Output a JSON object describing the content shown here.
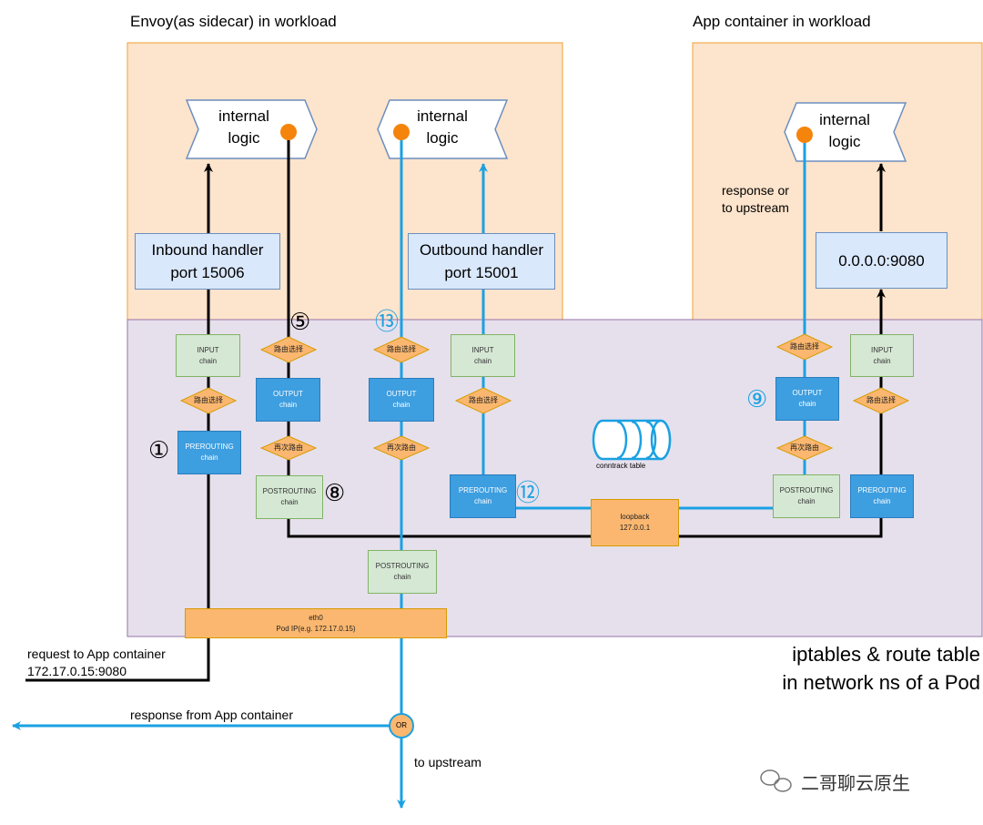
{
  "titles": {
    "envoy": "Envoy(as sidecar) in workload",
    "app": "App container in workload",
    "iptables_line1": "iptables & route table",
    "iptables_line2": "in network ns of a Pod"
  },
  "logic": {
    "inbound_logic": [
      "internal",
      "logic"
    ],
    "outbound_logic": [
      "internal",
      "logic"
    ],
    "app_logic": [
      "internal",
      "logic"
    ]
  },
  "handlers": {
    "inbound": [
      "Inbound handler",
      "port 15006"
    ],
    "outbound": [
      "Outbound handler",
      "port 15001"
    ],
    "app_listener": "0.0.0.0:9080"
  },
  "chains": {
    "input": [
      "INPUT",
      "chain"
    ],
    "output": [
      "OUTPUT",
      "chain"
    ],
    "prerouting": [
      "PREROUTING",
      "chain"
    ],
    "postrouting": [
      "POSTROUTING",
      "chain"
    ]
  },
  "decisions": {
    "route_select": "路由选择",
    "reroute": "再次路由"
  },
  "steps": {
    "s1": "①",
    "s5": "⑤",
    "s8": "⑧",
    "s9": "⑨",
    "s12": "⑫",
    "s13": "⑬"
  },
  "boxes": {
    "conntrack": "conntrack table",
    "loopback": [
      "loopback",
      "127.0.0.1"
    ],
    "eth0": [
      "eth0",
      "Pod IP(e.g. 172.17.0.15)"
    ]
  },
  "flows": {
    "request": [
      "request to  App container",
      "172.17.0.15:9080"
    ],
    "response_from_app": "response from  App container",
    "to_upstream": "to upstream",
    "or": "OR",
    "response_or_upstream": [
      "response or",
      "to upstream"
    ]
  },
  "watermark": "二哥聊云原生",
  "colors": {
    "workload_bg": "#fde4cc",
    "workload_border": "#f0a030",
    "netns_bg": "#e6e0ec",
    "netns_border": "#9673a6",
    "arrow_blue": "#1ba1e2",
    "dot_orange": "#f5840c",
    "handler_fill": "#dae8fc",
    "chain_green": "#d5e8d4",
    "chain_blue": "#3d9ee0",
    "diamond": "#fbb76f"
  }
}
